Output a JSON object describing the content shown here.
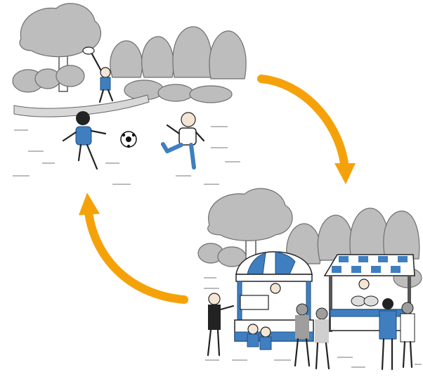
{
  "colors": {
    "arrow": "#F5A20A",
    "accent_blue": "#3F7FC0",
    "gray_tree": "#BDBDBD",
    "gray_dark": "#9E9E9E",
    "ink": "#222222",
    "skin": "#F4E6D5",
    "ball": "#111111"
  },
  "scenes": [
    {
      "id": "park",
      "icon": "park-play-scene",
      "objects": [
        "tree",
        "bushes",
        "path",
        "butterfly-net",
        "child-running",
        "child-kicking",
        "soccer-ball",
        "grass"
      ]
    },
    {
      "id": "festival",
      "icon": "festival-market-scene",
      "objects": [
        "tree",
        "bushes",
        "stall-striped-canopy",
        "stall-checkered-canopy",
        "vendor",
        "children",
        "adults",
        "elderly-couple",
        "grass"
      ]
    }
  ],
  "arrows": [
    {
      "id": "park-to-festival",
      "icon": "curved-arrow-clockwise-icon"
    },
    {
      "id": "festival-to-park",
      "icon": "curved-arrow-clockwise-icon"
    }
  ]
}
